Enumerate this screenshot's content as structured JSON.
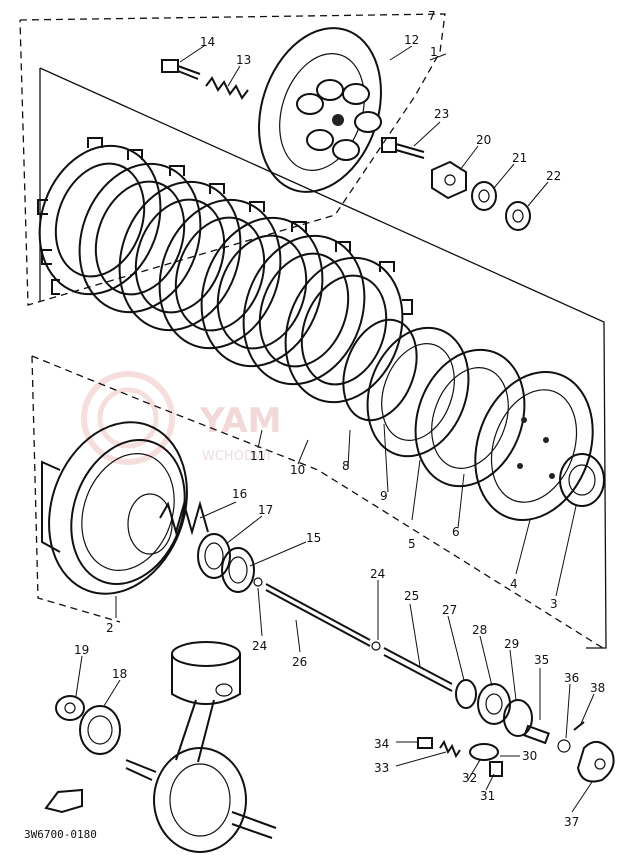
{
  "drawing_code": "3W6700-0180",
  "watermark": {
    "text": "YAM",
    "sub": "WCHODWI"
  },
  "reference_marker": "1",
  "labels": [
    "1",
    "2",
    "3",
    "4",
    "5",
    "6",
    "7",
    "8",
    "9",
    "10",
    "11",
    "12",
    "13",
    "14",
    "15",
    "16",
    "17",
    "18",
    "19",
    "20",
    "21",
    "22",
    "23",
    "24",
    "24",
    "25",
    "26",
    "27",
    "28",
    "29",
    "30",
    "31",
    "32",
    "33",
    "34",
    "35",
    "36",
    "37",
    "38"
  ],
  "colors": {
    "ink": "#111111",
    "watermark": "#e9b9b9"
  }
}
